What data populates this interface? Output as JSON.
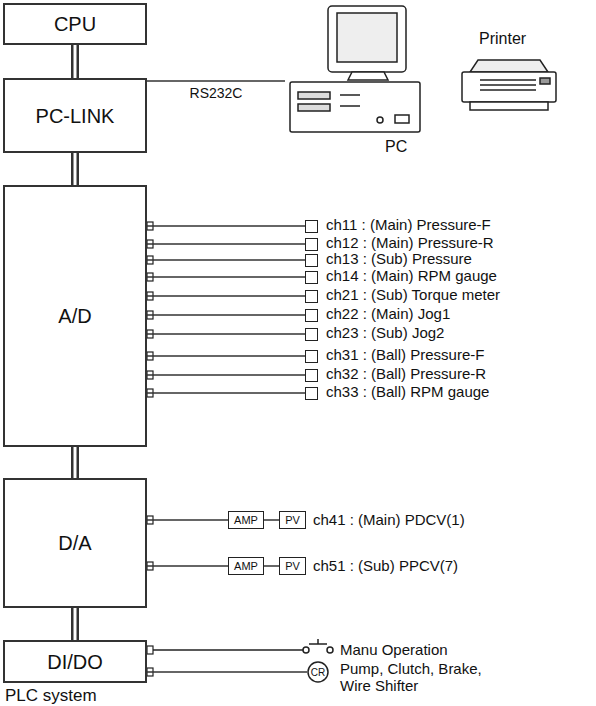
{
  "diagram": {
    "nodes": [
      {
        "text": [
          "CPU"
        ]
      },
      {
        "text": [
          "PC-LINK"
        ]
      },
      {
        "text": [
          "PC"
        ]
      },
      {
        "text": [
          "Printer"
        ]
      },
      {
        "text": [
          "A/D"
        ]
      },
      {
        "text": [
          "ch11 : (Main) Pressure-F"
        ]
      },
      {
        "text": [
          "ch12 : (Main) Pressure-R"
        ]
      },
      {
        "text": [
          "ch13 : (Sub) Pressure"
        ]
      },
      {
        "text": [
          "ch14 : (Main) RPM gauge"
        ]
      },
      {
        "text": [
          "ch21 : (Sub) Torque meter"
        ]
      },
      {
        "text": [
          "ch22 : (Main) Jog1"
        ]
      },
      {
        "text": [
          "ch23 : (Sub) Jog2"
        ]
      },
      {
        "text": [
          "ch31 : (Ball) Pressure-F"
        ]
      },
      {
        "text": [
          "ch32 : (Ball) Pressure-R"
        ]
      },
      {
        "text": [
          "ch33 : (Ball) RPM gauge"
        ]
      },
      {
        "text": [
          "D/A"
        ]
      },
      {
        "text": [
          "AMP"
        ]
      },
      {
        "text": [
          "PV"
        ]
      },
      {
        "text": [
          "AMP"
        ]
      },
      {
        "text": [
          "PV"
        ]
      },
      {
        "text": [
          "DI/DO"
        ]
      },
      {
        "text": [
          "CR"
        ]
      }
    ],
    "edges": [
      {
        "from": 0,
        "to": 1,
        "arrow": "none"
      },
      {
        "from": 1,
        "to": 2,
        "label": "RS232C",
        "arrow": "none"
      },
      {
        "from": 1,
        "to": 4,
        "arrow": "none"
      },
      {
        "from": 4,
        "to": 5,
        "arrow": "none"
      },
      {
        "from": 4,
        "to": 6,
        "arrow": "none"
      },
      {
        "from": 4,
        "to": 7,
        "arrow": "none"
      },
      {
        "from": 4,
        "to": 8,
        "arrow": "none"
      },
      {
        "from": 4,
        "to": 9,
        "arrow": "none"
      },
      {
        "from": 4,
        "to": 10,
        "arrow": "none"
      },
      {
        "from": 4,
        "to": 11,
        "arrow": "none"
      },
      {
        "from": 4,
        "to": 12,
        "arrow": "none"
      },
      {
        "from": 4,
        "to": 13,
        "arrow": "none"
      },
      {
        "from": 4,
        "to": 14,
        "arrow": "none"
      },
      {
        "from": 4,
        "to": 15,
        "arrow": "none"
      },
      {
        "from": 15,
        "to": 16,
        "arrow": "none"
      },
      {
        "from": 16,
        "to": 17,
        "arrow": "none"
      },
      {
        "from": 15,
        "to": 18,
        "arrow": "none"
      },
      {
        "from": 18,
        "to": 19,
        "arrow": "none"
      },
      {
        "from": 15,
        "to": 20,
        "arrow": "none"
      },
      {
        "from": 20,
        "to": 21,
        "arrow": "none"
      }
    ],
    "labels": [
      "ch41 : (Main) PDCV(1)",
      "ch51 : (Sub) PPCV(7)",
      "Manu Operation",
      "Pump, Clutch, Brake, Wire Shifter",
      "PLC system"
    ]
  }
}
